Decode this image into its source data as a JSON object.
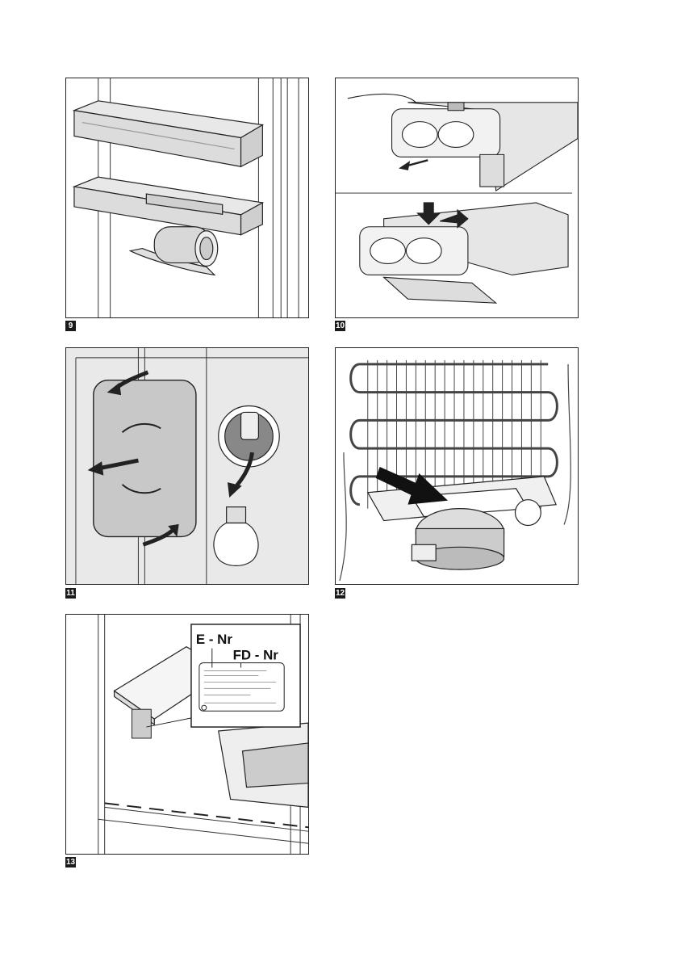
{
  "figures": [
    {
      "number": "9"
    },
    {
      "number": "10"
    },
    {
      "number": "11"
    },
    {
      "number": "12"
    },
    {
      "number": "13",
      "label_e": "E - Nr",
      "label_fd": "FD - Nr"
    }
  ]
}
